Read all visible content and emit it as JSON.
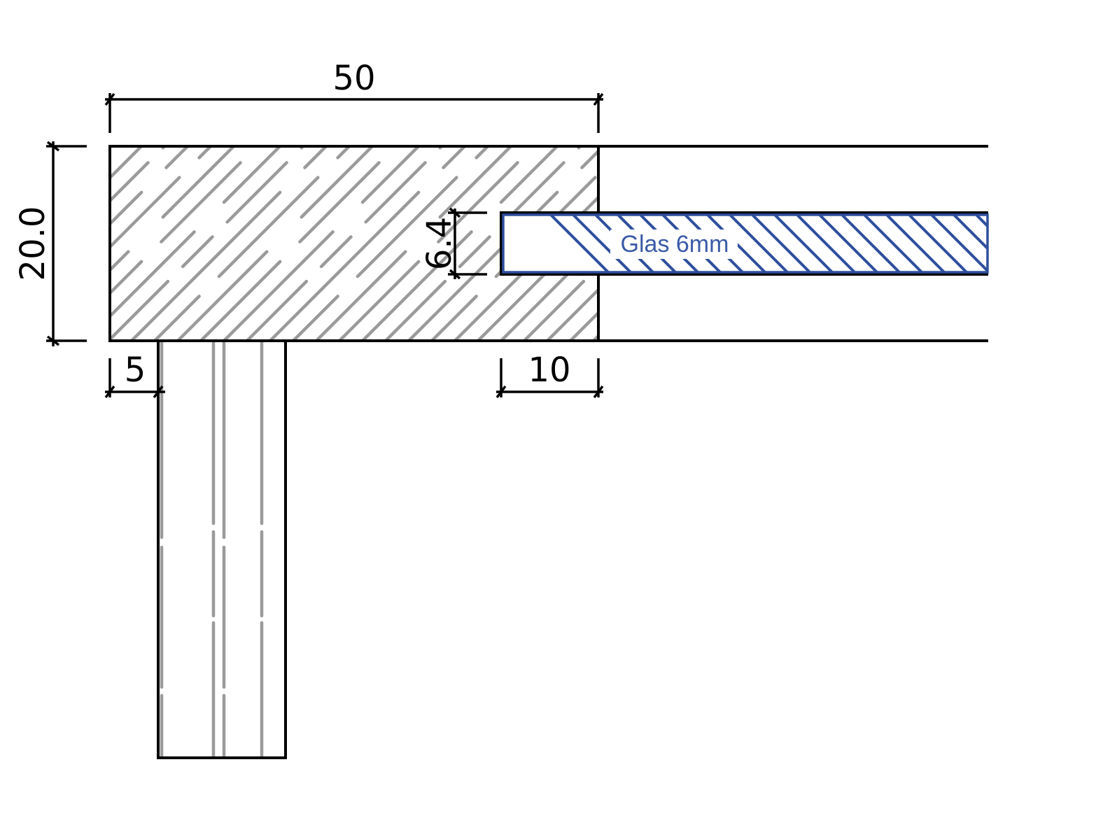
{
  "drawing": {
    "dimensions": {
      "width_top": "50",
      "height_left": "20.0",
      "glass_height": "6.4",
      "post_offset": "5",
      "rebate_depth": "10"
    },
    "glass_label": "Glas 6mm"
  },
  "colors": {
    "outline": "#000000",
    "wood_grain": "#9a9a9a",
    "glass": "#2e4f9e",
    "glass_text": "#3a5aa8",
    "background": "#ffffff"
  }
}
